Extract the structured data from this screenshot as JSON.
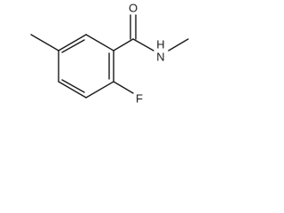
{
  "structure": {
    "atoms": {
      "oxygen": "O",
      "nitrogen_h": "H",
      "nitrogen": "N",
      "fluorine": "F"
    },
    "colors": {
      "ink": "#1a1a1a",
      "background": "#ffffff"
    }
  }
}
